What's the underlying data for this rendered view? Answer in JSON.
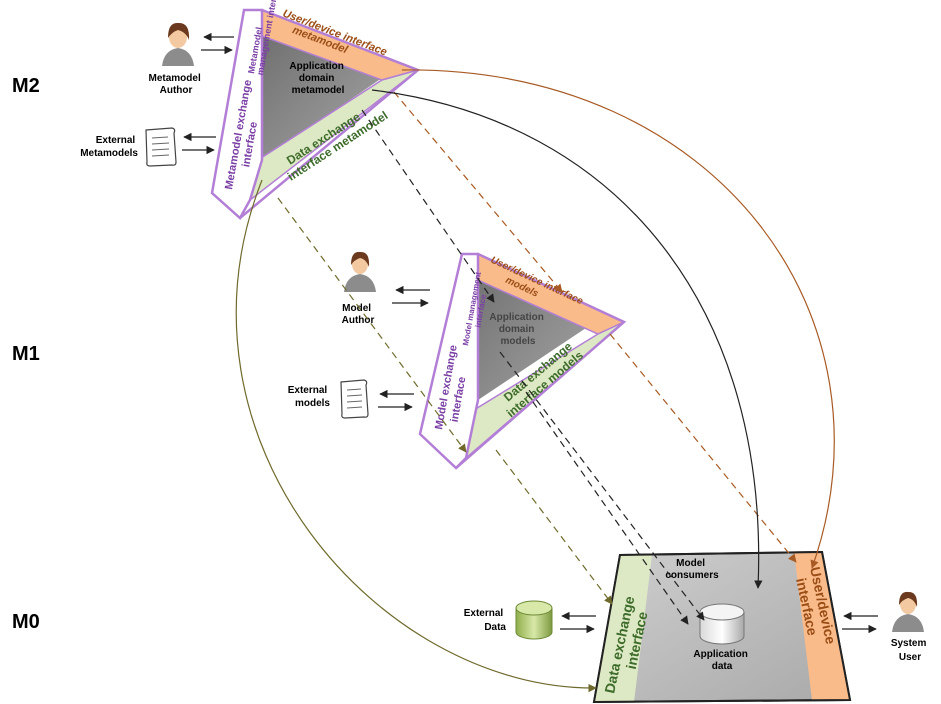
{
  "levels": {
    "m2": "M2",
    "m1": "M1",
    "m0": "M0"
  },
  "m2": {
    "actor_author": [
      "Metamodel",
      "Author"
    ],
    "actor_external": [
      "External",
      "Metamodels"
    ],
    "mgmt_interface": [
      "Metamodel",
      "management interface"
    ],
    "exchange_interface": [
      "Metamodel exchange",
      "interface"
    ],
    "ui_interface": [
      "User/device interface",
      "metamodel"
    ],
    "app_domain": [
      "Application",
      "domain",
      "metamodel"
    ],
    "data_exchange": [
      "Data exchange",
      "interface metamodel"
    ]
  },
  "m1": {
    "actor_author": [
      "Model",
      "Author"
    ],
    "actor_external": [
      "External",
      "models"
    ],
    "mgmt_interface": [
      "Model management",
      "interface"
    ],
    "exchange_interface": [
      "Model exchange",
      "interface"
    ],
    "ui_interface": [
      "User/device interface",
      "models"
    ],
    "app_domain": [
      "Application",
      "domain",
      "models"
    ],
    "data_exchange": [
      "Data exchange",
      "interface models"
    ]
  },
  "m0": {
    "data_exchange": [
      "Data exchange",
      "interface"
    ],
    "model_consumers": [
      "Model",
      "consumers"
    ],
    "app_data": [
      "Application",
      "data"
    ],
    "ui_interface": [
      "User/device",
      "interface"
    ],
    "external_data": [
      "External",
      "Data"
    ],
    "system_user": [
      "System",
      "User"
    ]
  },
  "colors": {
    "purple": "#b37fd6",
    "orange": "#f9bb8a",
    "green": "#dde9c4",
    "grey": "#8c8c8c",
    "arrow_black": "#222222",
    "arrow_brown": "#a85a24",
    "arrow_olive": "#6f6a2c"
  }
}
